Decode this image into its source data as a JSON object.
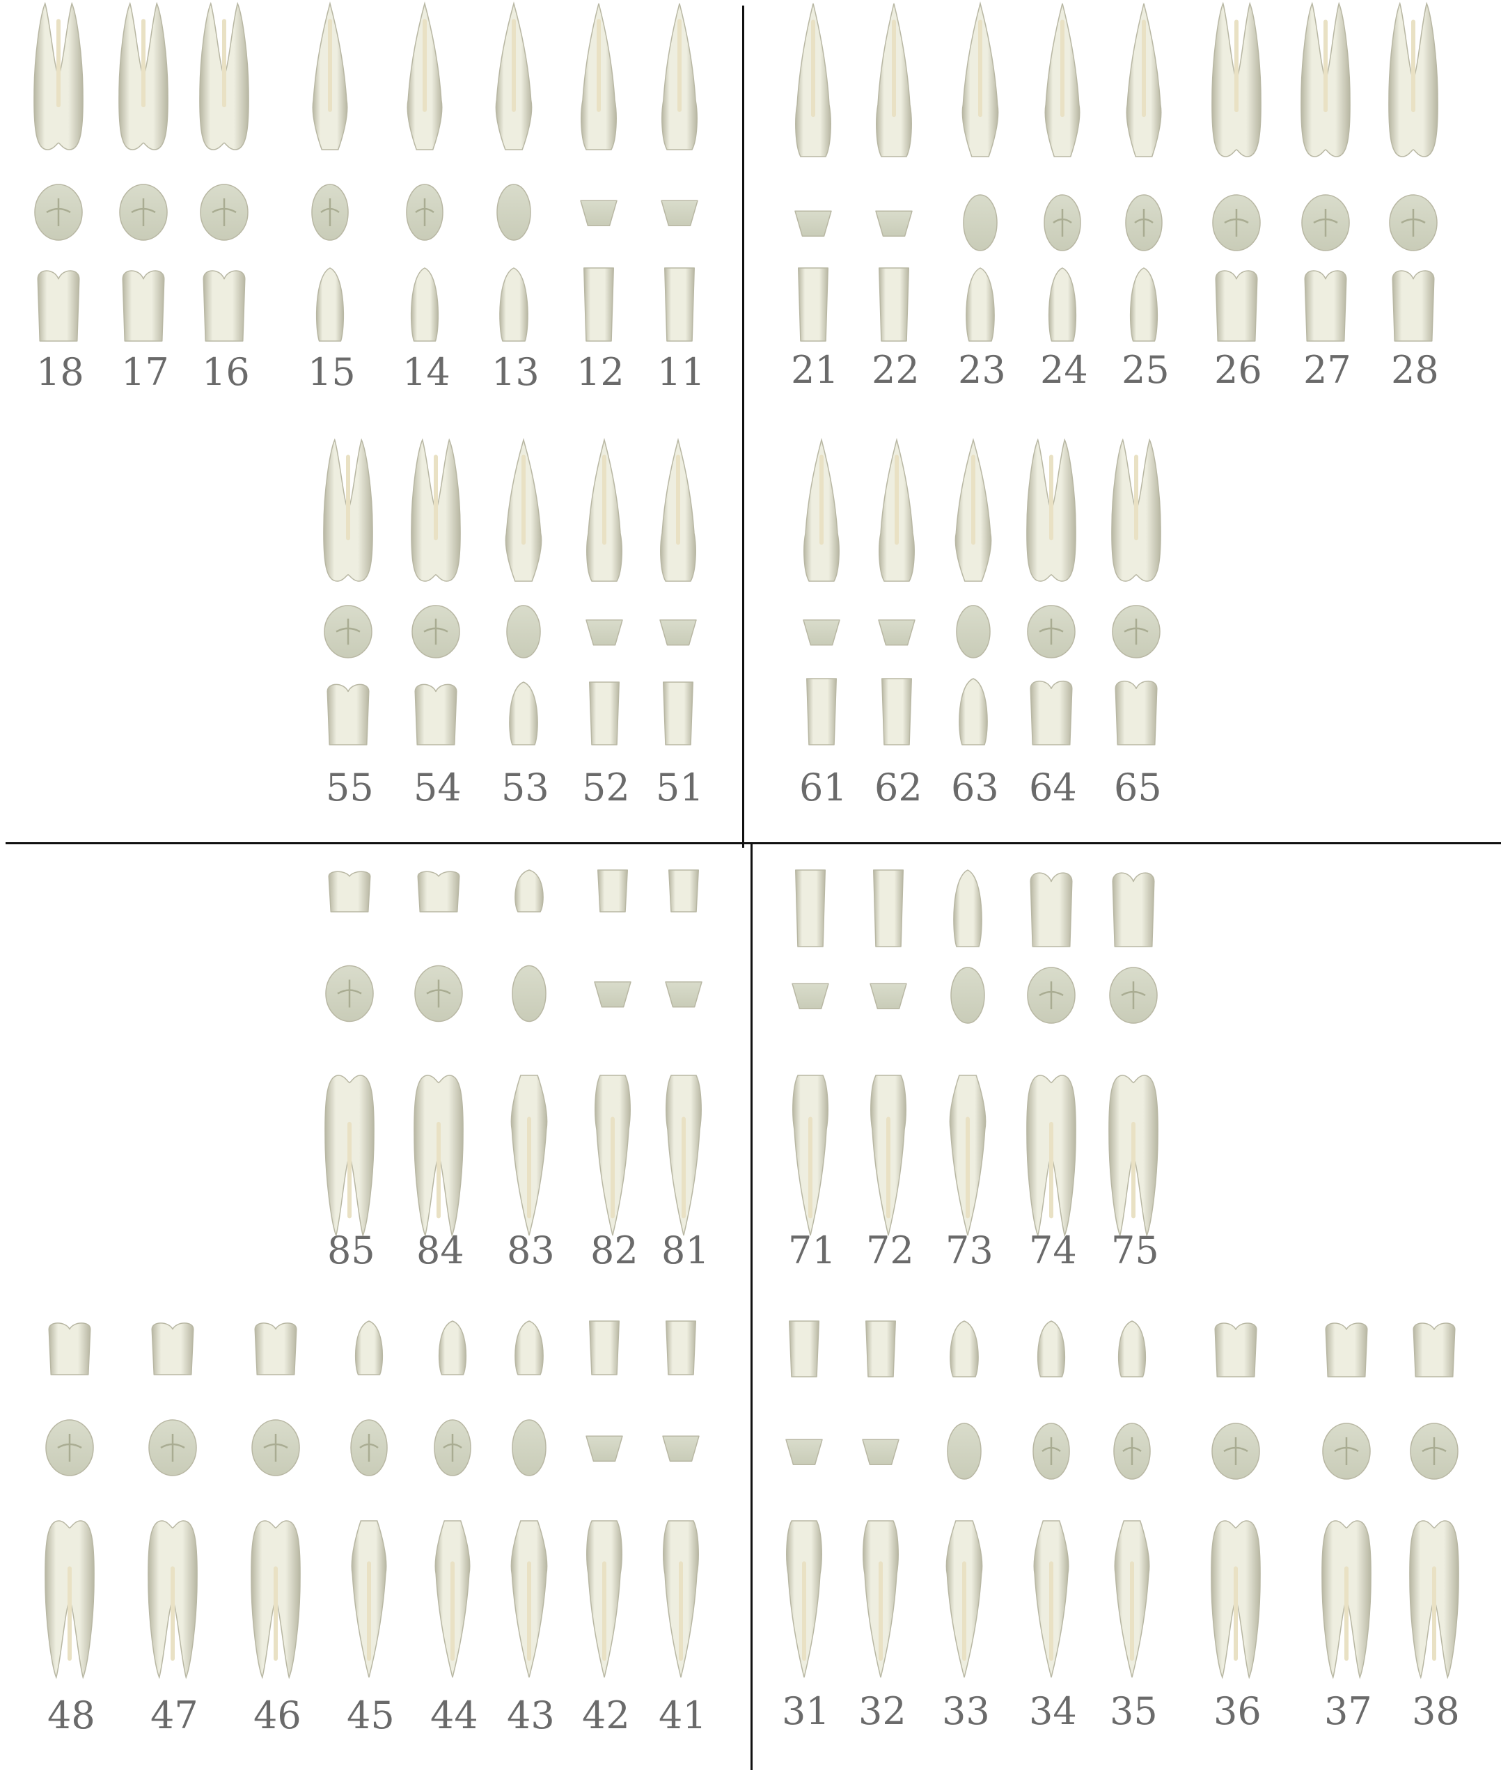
{
  "colors": {
    "enamel": "#eeeee0",
    "enamel_shade": "#b8b7a3",
    "occlusal": "#d9dccb",
    "occlusal_groove": "#a9ac92",
    "canal": "#e9e1c4",
    "label": "#6a6a6a",
    "divider": "#111111"
  },
  "diagram": {
    "blocks": [
      {
        "id": "permanent-upper-right",
        "jaw": "upper",
        "teeth": [
          {
            "number": "18",
            "type": "molar"
          },
          {
            "number": "17",
            "type": "molar"
          },
          {
            "number": "16",
            "type": "molar"
          },
          {
            "number": "15",
            "type": "premolar"
          },
          {
            "number": "14",
            "type": "premolar"
          },
          {
            "number": "13",
            "type": "canine"
          },
          {
            "number": "12",
            "type": "incisor"
          },
          {
            "number": "11",
            "type": "incisor"
          }
        ]
      },
      {
        "id": "permanent-upper-left",
        "jaw": "upper",
        "teeth": [
          {
            "number": "21",
            "type": "incisor"
          },
          {
            "number": "22",
            "type": "incisor"
          },
          {
            "number": "23",
            "type": "canine"
          },
          {
            "number": "24",
            "type": "premolar"
          },
          {
            "number": "25",
            "type": "premolar"
          },
          {
            "number": "26",
            "type": "molar"
          },
          {
            "number": "27",
            "type": "molar"
          },
          {
            "number": "28",
            "type": "molar"
          }
        ]
      },
      {
        "id": "primary-upper-right",
        "jaw": "upper",
        "teeth": [
          {
            "number": "55",
            "type": "molar"
          },
          {
            "number": "54",
            "type": "molar"
          },
          {
            "number": "53",
            "type": "canine"
          },
          {
            "number": "52",
            "type": "incisor"
          },
          {
            "number": "51",
            "type": "incisor"
          }
        ]
      },
      {
        "id": "primary-upper-left",
        "jaw": "upper",
        "teeth": [
          {
            "number": "61",
            "type": "incisor"
          },
          {
            "number": "62",
            "type": "incisor"
          },
          {
            "number": "63",
            "type": "canine"
          },
          {
            "number": "64",
            "type": "molar"
          },
          {
            "number": "65",
            "type": "molar"
          }
        ]
      },
      {
        "id": "primary-lower-right",
        "jaw": "lower",
        "teeth": [
          {
            "number": "85",
            "type": "molar"
          },
          {
            "number": "84",
            "type": "molar"
          },
          {
            "number": "83",
            "type": "canine"
          },
          {
            "number": "82",
            "type": "incisor"
          },
          {
            "number": "81",
            "type": "incisor"
          }
        ]
      },
      {
        "id": "primary-lower-left",
        "jaw": "lower",
        "teeth": [
          {
            "number": "71",
            "type": "incisor"
          },
          {
            "number": "72",
            "type": "incisor"
          },
          {
            "number": "73",
            "type": "canine"
          },
          {
            "number": "74",
            "type": "molar"
          },
          {
            "number": "75",
            "type": "molar"
          }
        ]
      },
      {
        "id": "permanent-lower-right",
        "jaw": "lower",
        "teeth": [
          {
            "number": "48",
            "type": "molar"
          },
          {
            "number": "47",
            "type": "molar"
          },
          {
            "number": "46",
            "type": "molar"
          },
          {
            "number": "45",
            "type": "premolar"
          },
          {
            "number": "44",
            "type": "premolar"
          },
          {
            "number": "43",
            "type": "canine"
          },
          {
            "number": "42",
            "type": "incisor"
          },
          {
            "number": "41",
            "type": "incisor"
          }
        ]
      },
      {
        "id": "permanent-lower-left",
        "jaw": "lower",
        "teeth": [
          {
            "number": "31",
            "type": "incisor"
          },
          {
            "number": "32",
            "type": "incisor"
          },
          {
            "number": "33",
            "type": "canine"
          },
          {
            "number": "34",
            "type": "premolar"
          },
          {
            "number": "35",
            "type": "premolar"
          },
          {
            "number": "36",
            "type": "molar"
          },
          {
            "number": "37",
            "type": "molar"
          },
          {
            "number": "38",
            "type": "molar"
          }
        ]
      }
    ]
  }
}
